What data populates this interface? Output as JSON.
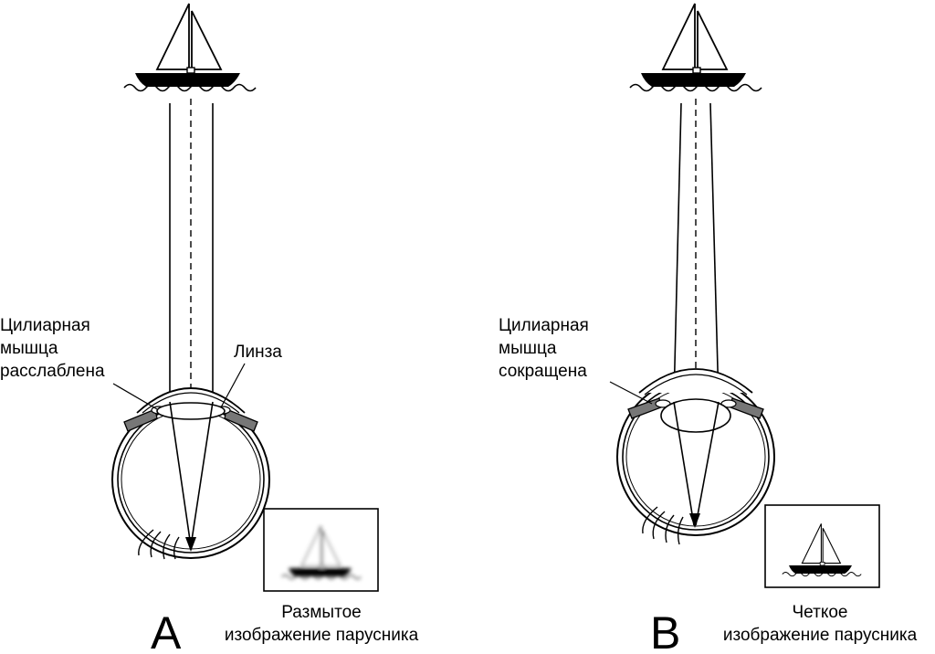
{
  "panels": [
    {
      "letter": "A",
      "muscle_label": [
        "Цилиарная",
        "мышца",
        "расслаблена"
      ],
      "lens_label": "Линза",
      "caption": [
        "Размытое",
        "изображение парусника"
      ]
    },
    {
      "letter": "B",
      "muscle_label": [
        "Цилиарная",
        "мышца",
        "сокращена"
      ],
      "caption": [
        "Четкое",
        "изображение парусника"
      ]
    }
  ]
}
